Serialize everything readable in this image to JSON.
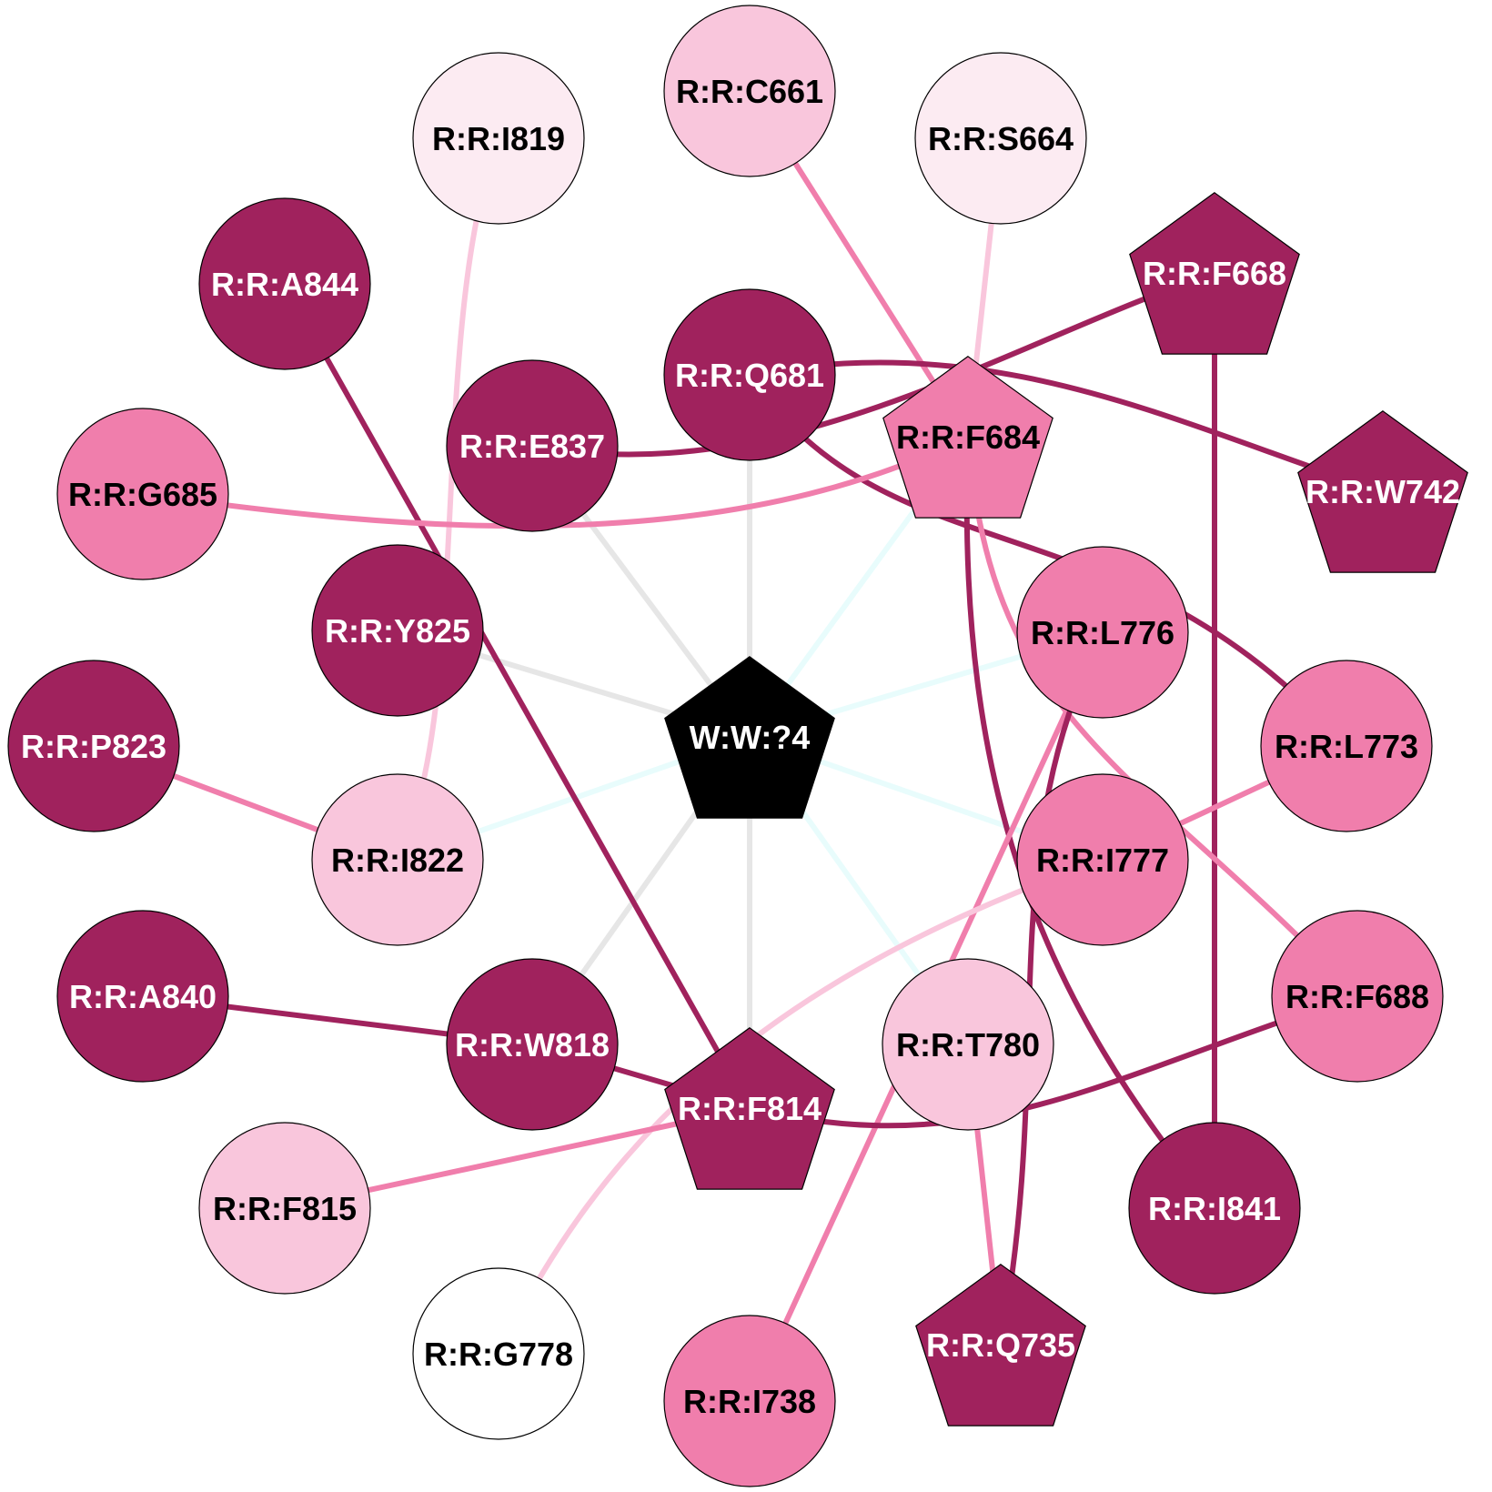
{
  "colors": {
    "dark": "#a0225d",
    "medium": "#f07eac",
    "light": "#f9c6dc",
    "pale": "#fcebf2",
    "white": "#ffffff",
    "black": "#000000",
    "gray_edge": "#e6e6e6",
    "cyan_edge": "#e8fcfc"
  },
  "nodes": [
    {
      "id": "W:W:?4",
      "shape": "pentagon",
      "fill": "black",
      "text_color": "white"
    },
    {
      "id": "R:R:C661",
      "shape": "circle",
      "fill": "light",
      "text_color": "black"
    },
    {
      "id": "R:R:I819",
      "shape": "circle",
      "fill": "pale",
      "text_color": "black"
    },
    {
      "id": "R:R:S664",
      "shape": "circle",
      "fill": "pale",
      "text_color": "black"
    },
    {
      "id": "R:R:A844",
      "shape": "circle",
      "fill": "dark",
      "text_color": "white"
    },
    {
      "id": "R:R:F668",
      "shape": "pentagon",
      "fill": "dark",
      "text_color": "white"
    },
    {
      "id": "R:R:Q681",
      "shape": "circle",
      "fill": "dark",
      "text_color": "white"
    },
    {
      "id": "R:R:E837",
      "shape": "circle",
      "fill": "dark",
      "text_color": "white"
    },
    {
      "id": "R:R:F684",
      "shape": "pentagon",
      "fill": "medium",
      "text_color": "black"
    },
    {
      "id": "R:R:W742",
      "shape": "pentagon",
      "fill": "dark",
      "text_color": "white"
    },
    {
      "id": "R:R:G685",
      "shape": "circle",
      "fill": "medium",
      "text_color": "black"
    },
    {
      "id": "R:R:Y825",
      "shape": "circle",
      "fill": "dark",
      "text_color": "white"
    },
    {
      "id": "R:R:L776",
      "shape": "circle",
      "fill": "medium",
      "text_color": "black"
    },
    {
      "id": "R:R:L773",
      "shape": "circle",
      "fill": "medium",
      "text_color": "black"
    },
    {
      "id": "R:R:P823",
      "shape": "circle",
      "fill": "dark",
      "text_color": "white"
    },
    {
      "id": "R:R:I822",
      "shape": "circle",
      "fill": "light",
      "text_color": "black"
    },
    {
      "id": "R:R:I777",
      "shape": "circle",
      "fill": "medium",
      "text_color": "black"
    },
    {
      "id": "R:R:A840",
      "shape": "circle",
      "fill": "dark",
      "text_color": "white"
    },
    {
      "id": "R:R:W818",
      "shape": "circle",
      "fill": "dark",
      "text_color": "white"
    },
    {
      "id": "R:R:T780",
      "shape": "circle",
      "fill": "light",
      "text_color": "black"
    },
    {
      "id": "R:R:F688",
      "shape": "circle",
      "fill": "medium",
      "text_color": "black"
    },
    {
      "id": "R:R:F814",
      "shape": "pentagon",
      "fill": "dark",
      "text_color": "white"
    },
    {
      "id": "R:R:F815",
      "shape": "circle",
      "fill": "light",
      "text_color": "black"
    },
    {
      "id": "R:R:I841",
      "shape": "circle",
      "fill": "dark",
      "text_color": "white"
    },
    {
      "id": "R:R:G778",
      "shape": "circle",
      "fill": "white",
      "text_color": "black"
    },
    {
      "id": "R:R:Q735",
      "shape": "pentagon",
      "fill": "dark",
      "text_color": "white"
    },
    {
      "id": "R:R:I738",
      "shape": "circle",
      "fill": "medium",
      "text_color": "black"
    }
  ],
  "edges": [
    {
      "from": "W:W:?4",
      "to": "R:R:Q681",
      "color": "gray_edge"
    },
    {
      "from": "W:W:?4",
      "to": "R:R:E837",
      "color": "gray_edge"
    },
    {
      "from": "W:W:?4",
      "to": "R:R:Y825",
      "color": "gray_edge"
    },
    {
      "from": "W:W:?4",
      "to": "R:R:W818",
      "color": "gray_edge"
    },
    {
      "from": "W:W:?4",
      "to": "R:R:F814",
      "color": "gray_edge"
    },
    {
      "from": "W:W:?4",
      "to": "R:R:F684",
      "color": "cyan_edge"
    },
    {
      "from": "W:W:?4",
      "to": "R:R:L776",
      "color": "cyan_edge"
    },
    {
      "from": "W:W:?4",
      "to": "R:R:I777",
      "color": "cyan_edge"
    },
    {
      "from": "W:W:?4",
      "to": "R:R:I822",
      "color": "cyan_edge"
    },
    {
      "from": "W:W:?4",
      "to": "R:R:T780",
      "color": "cyan_edge"
    },
    {
      "from": "R:R:C661",
      "to": "R:R:F684",
      "color": "medium"
    },
    {
      "from": "R:R:S664",
      "to": "R:R:F684",
      "color": "light"
    },
    {
      "from": "R:R:I819",
      "to": "R:R:I822",
      "color": "light"
    },
    {
      "from": "R:R:A844",
      "to": "R:R:F814",
      "color": "dark"
    },
    {
      "from": "R:R:F668",
      "to": "R:R:E837",
      "color": "dark"
    },
    {
      "from": "R:R:F668",
      "to": "R:R:I841",
      "color": "dark"
    },
    {
      "from": "R:R:Q681",
      "to": "R:R:W742",
      "color": "dark"
    },
    {
      "from": "R:R:Q681",
      "to": "R:R:L773",
      "color": "dark"
    },
    {
      "from": "R:R:F684",
      "to": "R:R:G685",
      "color": "medium"
    },
    {
      "from": "R:R:F684",
      "to": "R:R:F688",
      "color": "medium"
    },
    {
      "from": "R:R:F684",
      "to": "R:R:I841",
      "color": "dark"
    },
    {
      "from": "R:R:P823",
      "to": "R:R:I822",
      "color": "medium"
    },
    {
      "from": "R:R:L773",
      "to": "R:R:I777",
      "color": "medium"
    },
    {
      "from": "R:R:L776",
      "to": "R:R:I738",
      "color": "medium"
    },
    {
      "from": "R:R:L776",
      "to": "R:R:Q735",
      "color": "dark"
    },
    {
      "from": "R:R:I777",
      "to": "R:R:G778",
      "color": "light"
    },
    {
      "from": "R:R:A840",
      "to": "R:R:W818",
      "color": "dark"
    },
    {
      "from": "R:R:W818",
      "to": "R:R:F814",
      "color": "dark"
    },
    {
      "from": "R:R:F814",
      "to": "R:R:F815",
      "color": "medium"
    },
    {
      "from": "R:R:F814",
      "to": "R:R:F688",
      "color": "dark"
    },
    {
      "from": "R:R:T780",
      "to": "R:R:Q735",
      "color": "medium"
    }
  ]
}
